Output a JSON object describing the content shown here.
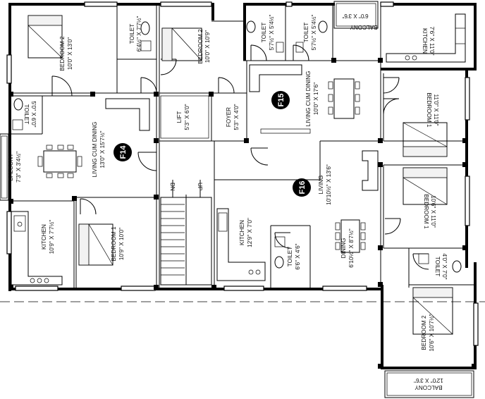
{
  "rooms": {
    "balcony_top": {
      "name": "BALCONY",
      "dim": "6'0\" X 3'6\""
    },
    "bedroom2_f14": {
      "name": "BEDROOM 2",
      "dim": "10'0\" X 13'0\""
    },
    "toilet_f14_top": {
      "name": "TOILET",
      "dim": "6'4½\" X 7'7½\""
    },
    "bedroom2_f15": {
      "name": "BEDROOM 2",
      "dim": "10'0\" X 10'9\""
    },
    "toilet_f15_a": {
      "name": "TOILET",
      "dim": "5'7½\" X 5'4½\""
    },
    "toilet_f15_b": {
      "name": "TOILET",
      "dim": "5'7½\" X 5'4½\""
    },
    "kitchen_f15": {
      "name": "KITCHEN",
      "dim": "7'6\" X 11'0\""
    },
    "toilet_f14_left": {
      "name": "TOILET",
      "dim": "5'0\" X 6'0\""
    },
    "living_f14": {
      "name": "LIVING CUM DINING",
      "dim": "13'0\" X 15'7½\""
    },
    "lift": {
      "name": "LIFT",
      "dim": "5'3\" X 6'0\""
    },
    "foyer": {
      "name": "FOYER",
      "dim": "5'3\" X 4'0\""
    },
    "living_f15": {
      "name": "LIVING CUM DINING",
      "dim": "10'0\" X 17'6\""
    },
    "bedroom1_f15": {
      "name": "BEDROOM 1",
      "dim": "11'0\" X 11'0\""
    },
    "balcony_left": {
      "name": "BALCONY",
      "dim": "7'3\" X 3'4½\""
    },
    "living_f16": {
      "name": "LIVING",
      "dim": "10'10½\" X 13'6\""
    },
    "kitchen_f14": {
      "name": "KITCHEN",
      "dim": "10'9\" X 7'7½\""
    },
    "bedroom1_f14": {
      "name": "BEDROOM 1",
      "dim": "10'9\" X 10'0\""
    },
    "kitchen_f16": {
      "name": "KITCHEN",
      "dim": "12'9\" X 7'0\""
    },
    "toilet_f16_a": {
      "name": "TOILET",
      "dim": "6'6\" X 4'6\""
    },
    "dining_f16": {
      "name": "DINING",
      "dim": "6'10½\" X 8'7½\""
    },
    "bedroom1_f16": {
      "name": "BEDROOM 1",
      "dim": "10'6\" X 11'0\""
    },
    "toilet_f16_b": {
      "name": "TOILET",
      "dim": "4'0\" X 7'0\""
    },
    "bedroom2_f16": {
      "name": "BEDROOM 2",
      "dim": "10'6\" X 10'7½\""
    },
    "balcony_bottom": {
      "name": "BALCONY",
      "dim": "12'0\" X 3'6\""
    }
  },
  "flats": {
    "f14": "F14",
    "f15": "F15",
    "f16": "F16"
  },
  "stairs": {
    "down": "DN",
    "up": "UP"
  }
}
